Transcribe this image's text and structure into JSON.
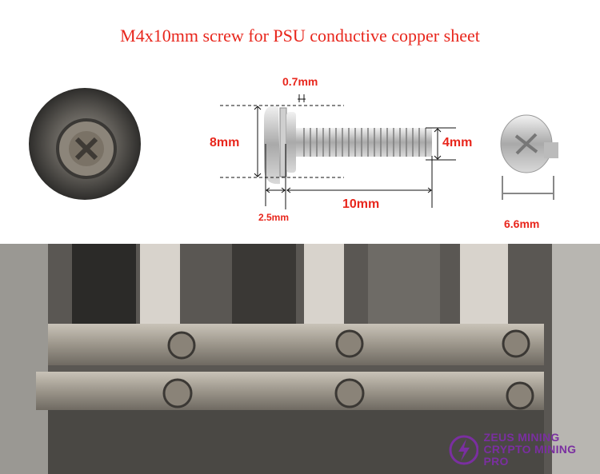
{
  "title": "M4x10mm screw for PSU conductive copper sheet",
  "dimensions": {
    "washer_thickness": "0.7mm",
    "head_diameter": "8mm",
    "thread_diameter": "4mm",
    "head_height": "2.5mm",
    "thread_length": "10mm",
    "washer_diameter": "6.6mm"
  },
  "watermark": {
    "line1": "ZEUS MINING",
    "line2": "CRYPTO MINING PRO"
  },
  "colors": {
    "label": "#e8261c",
    "watermark": "#7a2fa0"
  }
}
